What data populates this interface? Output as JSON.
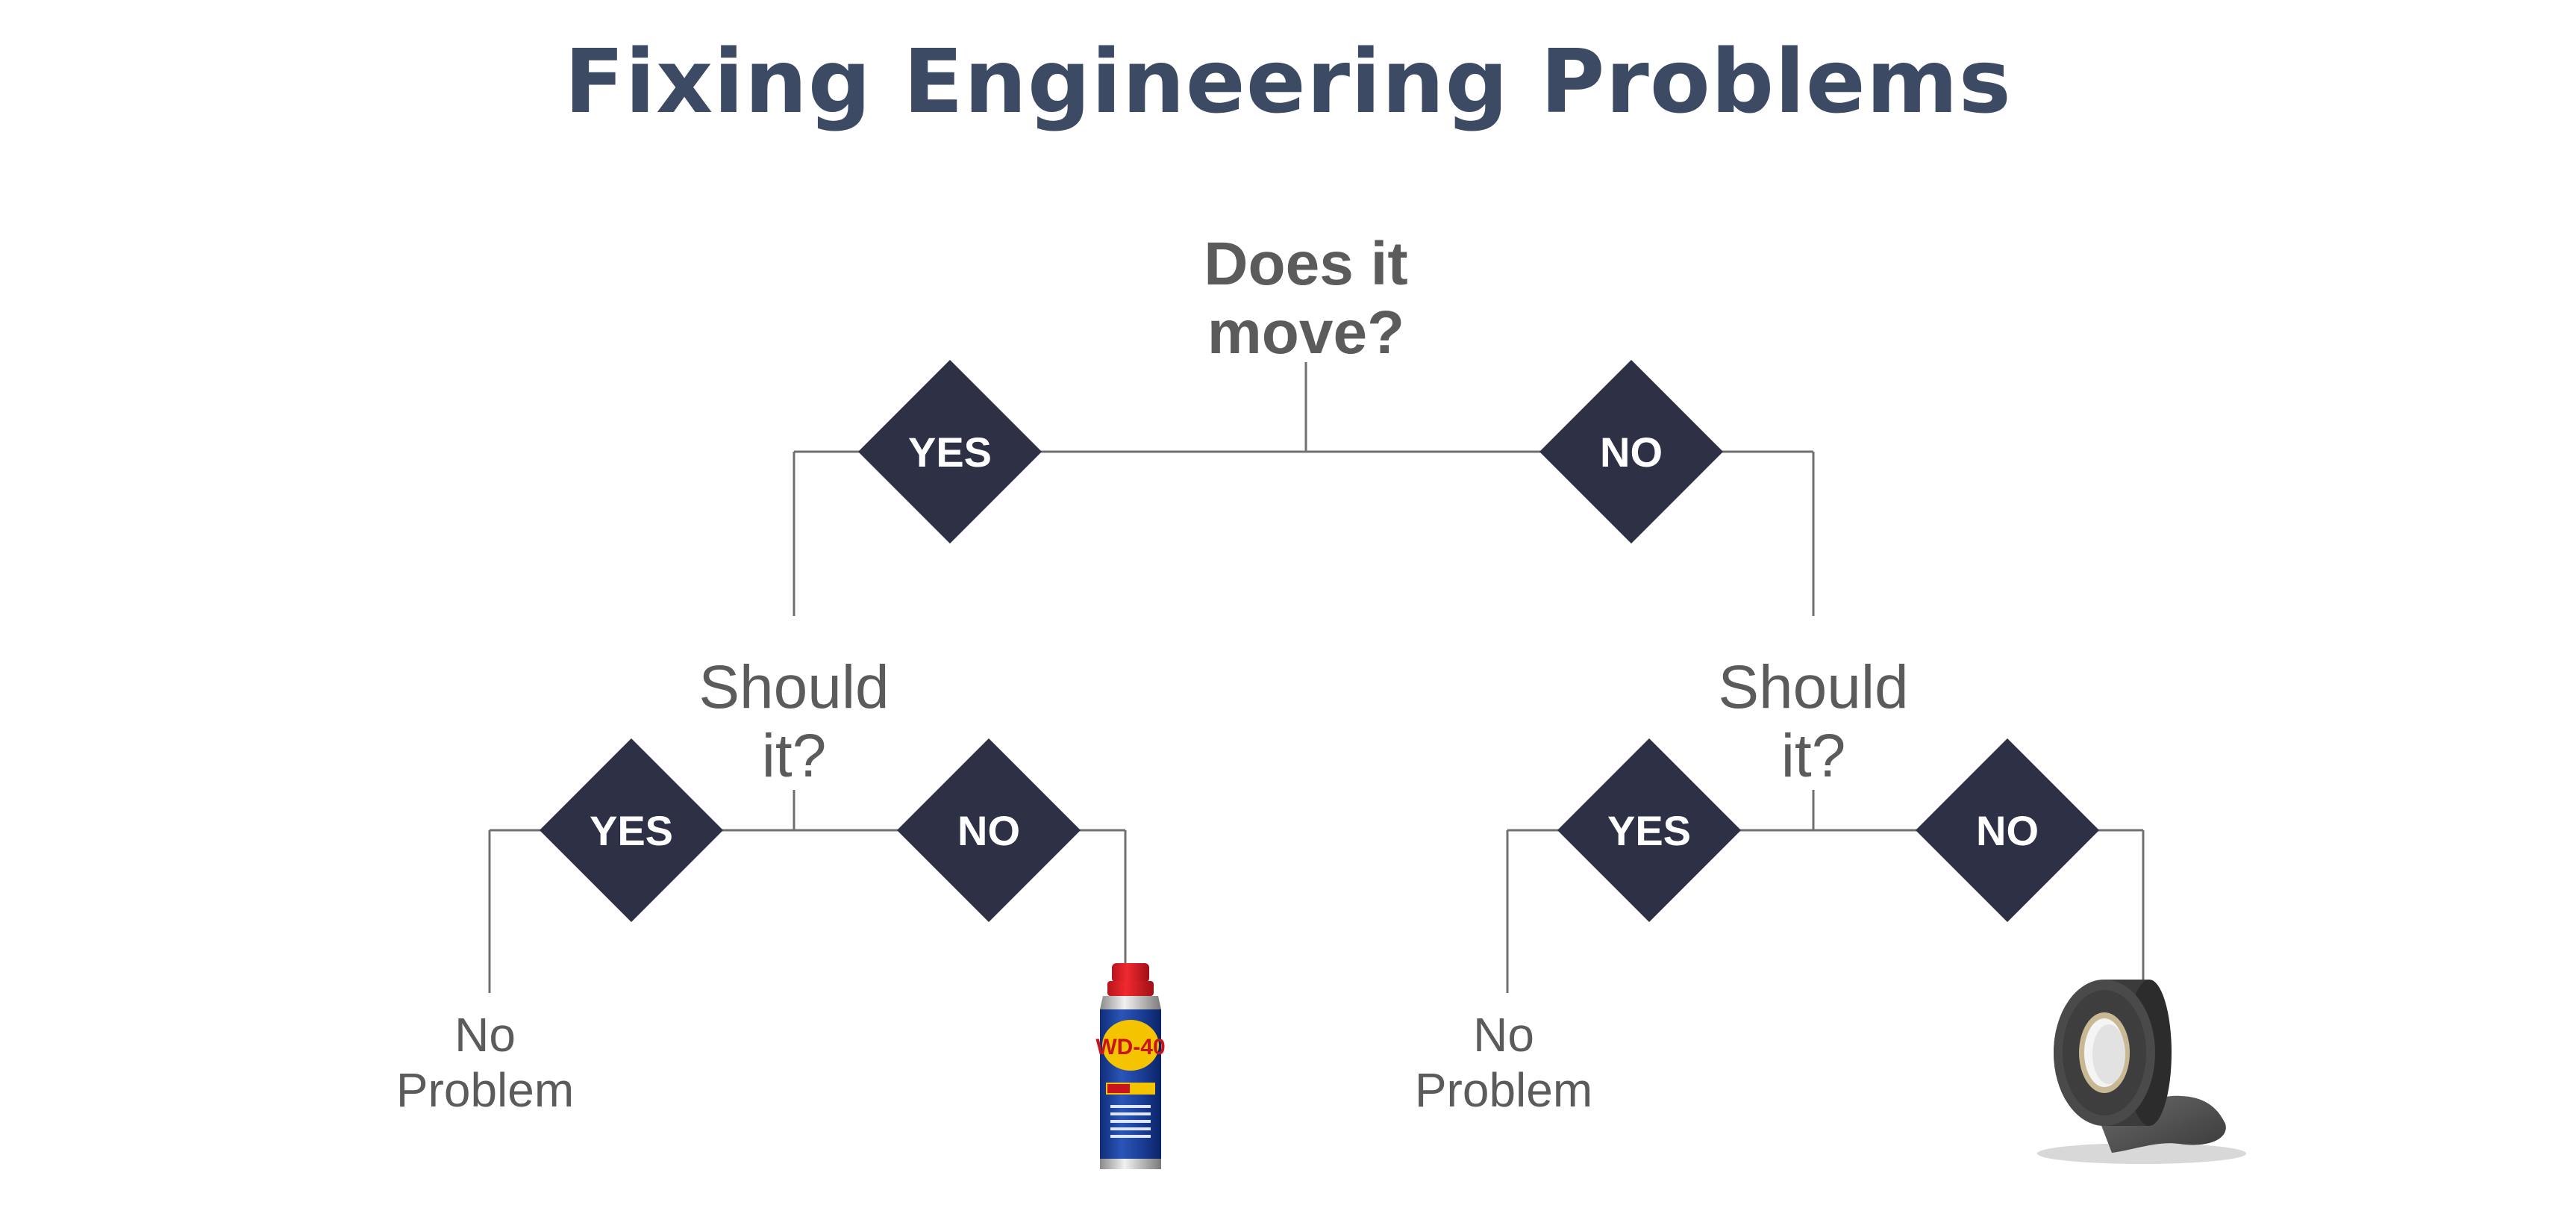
{
  "title": "Fixing Engineering Problems",
  "colors": {
    "title": "#3d4a63",
    "text": "#5b5b5b",
    "diamond": "#2e3046",
    "diamond_text": "#ffffff",
    "line": "#707070"
  },
  "root_question": {
    "line1": "Does it",
    "line2": "move?"
  },
  "branches": {
    "yes": {
      "label": "YES",
      "question": {
        "line1": "Should",
        "line2": "it?"
      },
      "yes_label": "YES",
      "no_label": "NO",
      "yes_outcome": {
        "line1": "No",
        "line2": "Problem"
      },
      "no_outcome_icon": "wd40-spray-can-icon"
    },
    "no": {
      "label": "NO",
      "question": {
        "line1": "Should",
        "line2": "it?"
      },
      "yes_label": "YES",
      "no_label": "NO",
      "yes_outcome": {
        "line1": "No",
        "line2": "Problem"
      },
      "no_outcome_icon": "duct-tape-roll-icon"
    }
  },
  "wd40_brand": "WD-40"
}
